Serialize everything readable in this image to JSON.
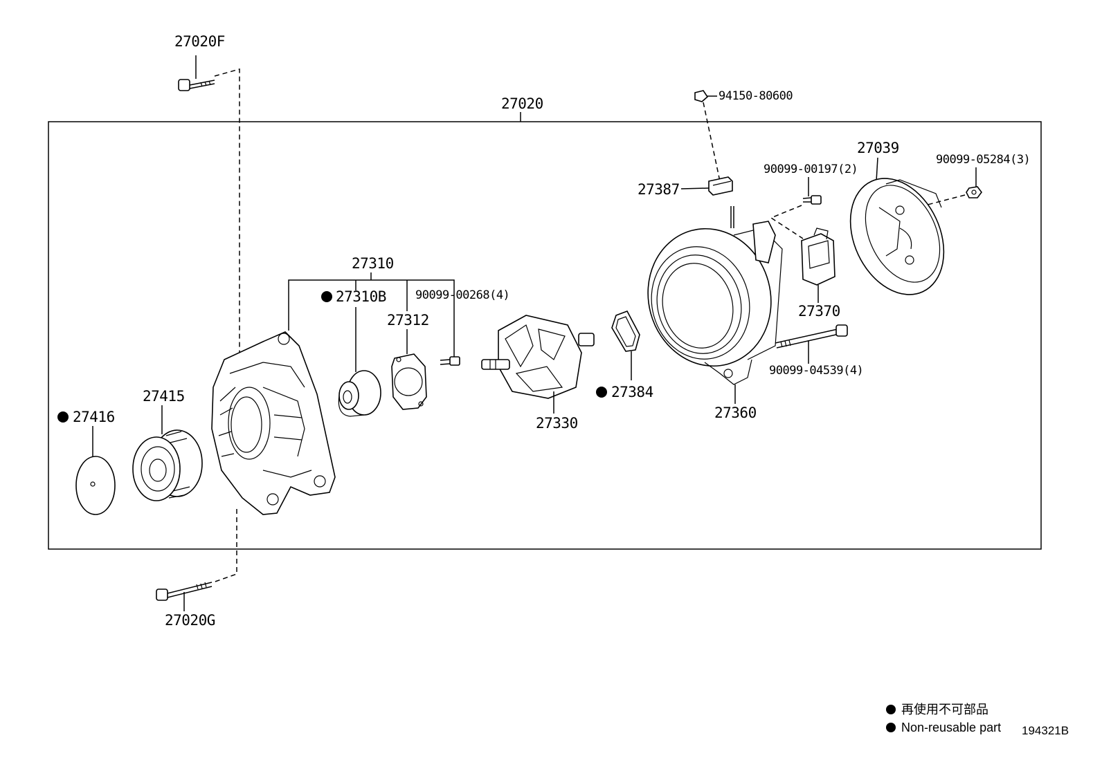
{
  "labels": {
    "p27020F": "27020F",
    "p27020": "27020",
    "p94150": "94150-80600",
    "p27039": "27039",
    "p90099_00197": "90099-00197(2)",
    "p90099_05284": "90099-05284(3)",
    "p27387": "27387",
    "p27310": "27310",
    "p27310B": "27310B",
    "p90099_00268": "90099-00268(4)",
    "p27312": "27312",
    "p27370": "27370",
    "p90099_04539": "90099-04539(4)",
    "p27415": "27415",
    "p27416": "27416",
    "p27384": "27384",
    "p27330": "27330",
    "p27360": "27360",
    "p27020G": "27020G"
  },
  "legend": {
    "jp": "再使用不可部品",
    "en": "Non-reusable part"
  },
  "diagram_code": "194321B",
  "colors": {
    "ink": "#000000",
    "background": "#ffffff"
  }
}
